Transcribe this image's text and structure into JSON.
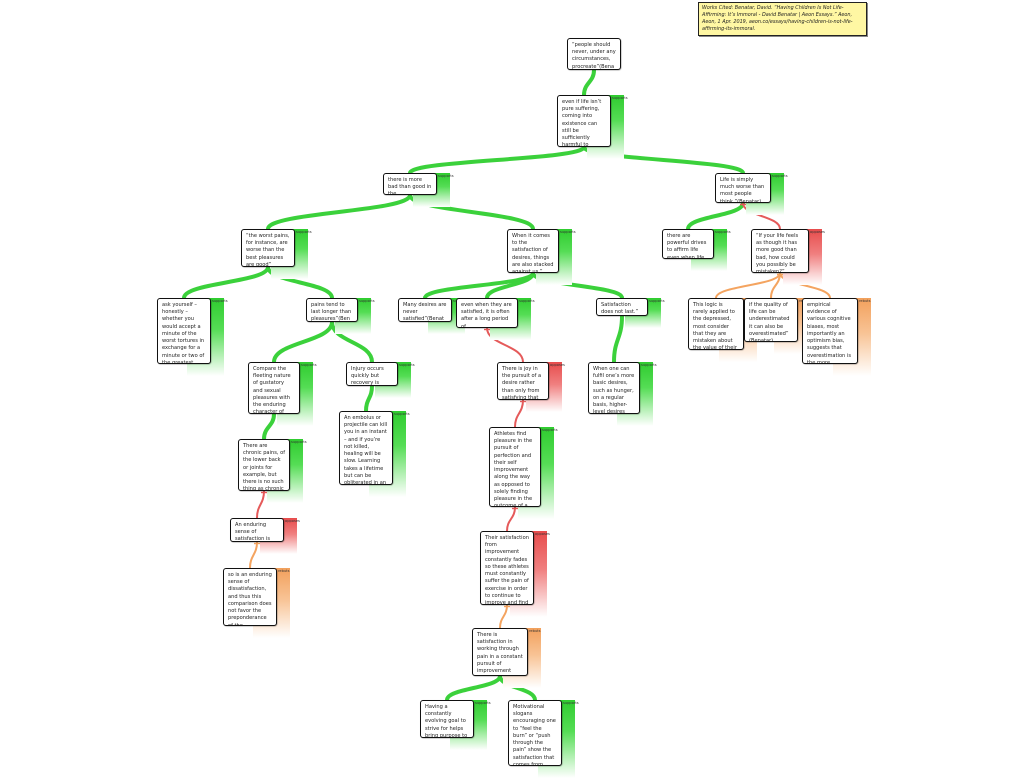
{
  "citation": "Works Cited:   Benatar, David. “Having Children Is Not Life-Affirming: It’s Immoral - David Benatar | Aeon Essays.” Aeon, Aeon, 1 Apr. 2019, aeon.co/essays/having-children-is-not-life-affirming-its-immoral.",
  "labels": {
    "support": "supports",
    "oppose": "opposes",
    "rebut": "rebuts"
  },
  "colors": {
    "support": "#3bd13b",
    "oppose": "#e55a5a",
    "rebut": "#f4a460"
  },
  "nodes": [
    {
      "id": "n0",
      "text": "“people should never, under any circumstances, procreate”(Benatar)"
    },
    {
      "id": "n1",
      "type": "support",
      "text": "even if life isn’t pure suffering, coming into existence can still be sufficiently harmful to render procreation wrong” (Benatar)"
    },
    {
      "id": "n2",
      "type": "support",
      "text": "there is more bad than good in the world(Benatar)"
    },
    {
      "id": "n3",
      "type": "support",
      "text": "Life is simply much worse than most people think.”(Benatar)"
    },
    {
      "id": "n4",
      "type": "support",
      "text": "“the worst pains, for instance, are worse than the best pleasures are good” (Benatar)"
    },
    {
      "id": "n5",
      "type": "support",
      "text": "When it comes to the satisfaction of desires, things are also stacked against us.” (Benatar)"
    },
    {
      "id": "n6",
      "type": "support",
      "text": "there are powerful drives to affirm life even when life is sinister” (Benatar)"
    },
    {
      "id": "n7",
      "type": "oppose",
      "text": "“If your life feels as though it has more good than bad, how could you possibly be mistaken?” (Benatar)"
    },
    {
      "id": "n8",
      "type": "support",
      "text": "ask yourself – honestly – whether you would accept a minute of the worst tortures in exchange for a minute or two of the greatest delights” (Benatar)"
    },
    {
      "id": "n9",
      "type": "support",
      "text": "pains tend to last longer than pleasures”(Benatar)"
    },
    {
      "id": "n10",
      "type": "support",
      "text": "Many desires are never satisfied”(Benatar)"
    },
    {
      "id": "n11",
      "type": "support",
      "text": "even when they are satisfied, it is often after a long period of dissatisfaction.”(Benatar)"
    },
    {
      "id": "n12",
      "type": "support",
      "text": "Satisfaction does not last.” (Benatar)"
    },
    {
      "id": "n13",
      "type": "rebut",
      "text": "This logic is rarely applied to the depressed, most consider that they are mistaken about the value of their life.” (Benatar)"
    },
    {
      "id": "n14",
      "type": "rebut",
      "text": "if the quality of life can be underestimated it can also be overestimated” (Benatar)"
    },
    {
      "id": "n15",
      "type": "rebut",
      "text": "empirical evidence of various cognitive biases, most importantly an optimism bias, suggests that overestimation is the more common error.” (Benatar)"
    },
    {
      "id": "n16",
      "type": "support",
      "text": "Compare the fleeting nature of gustatory and sexual pleasures with the enduring character of much pain”(Benatar)"
    },
    {
      "id": "n17",
      "type": "support",
      "text": "Injury occurs quickly but recovery is slow”(Benatar)"
    },
    {
      "id": "n18",
      "type": "oppose",
      "text": "There is joy in the pursuit of a desire rather than only from satisfying that desire"
    },
    {
      "id": "n19",
      "type": "support",
      "text": "When one can fulfil one’s more basic desires, such as hunger, on a regular basis, higher-level desires arise.” (Benatar)"
    },
    {
      "id": "n20",
      "type": "support",
      "text": "An embolus or projectile can kill you in an instant – and if you’re not killed, healing will be slow. Learning takes a lifetime but can be obliterated in an instant” (Benatar)"
    },
    {
      "id": "n21",
      "type": "support",
      "text": "There are chronic pains, of the lower back or joints for example, but there is no such thing as chronic pleasure” (Benatar)"
    },
    {
      "id": "n22",
      "type": "oppose",
      "text": "Athletes find pleasure in the pursuit of perfection and their self improvement along the way as opposed to solely finding pleasure in the outcome of a competition."
    },
    {
      "id": "n23",
      "type": "oppose",
      "text": "An enduring sense of satisfaction is possible”(Benatar)"
    },
    {
      "id": "n24",
      "type": "oppose",
      "text": "Their satisfaction from improvement constantly fades so these athletes must constantly suffer the pain of exercise in order to continue to improve and find satisfaction. (Fake Benatar)"
    },
    {
      "id": "n25",
      "type": "rebut",
      "text": "so is an enduring sense of dissatisfaction, and thus this comparison does not favor the preponderance of the good.”(Benatar)"
    },
    {
      "id": "n26",
      "type": "rebut",
      "text": "There is satisfaction in working through pain in a constant pursuit of improvement"
    },
    {
      "id": "n27",
      "type": "support",
      "text": "Having a constantly evolving goal to strive for helps bring purpose to existence"
    },
    {
      "id": "n28",
      "type": "support",
      "text": "Motivational slogans encouraging one to “feel the burn” or “push through the pain” show the satisfaction that comes from enduring suffering"
    }
  ]
}
